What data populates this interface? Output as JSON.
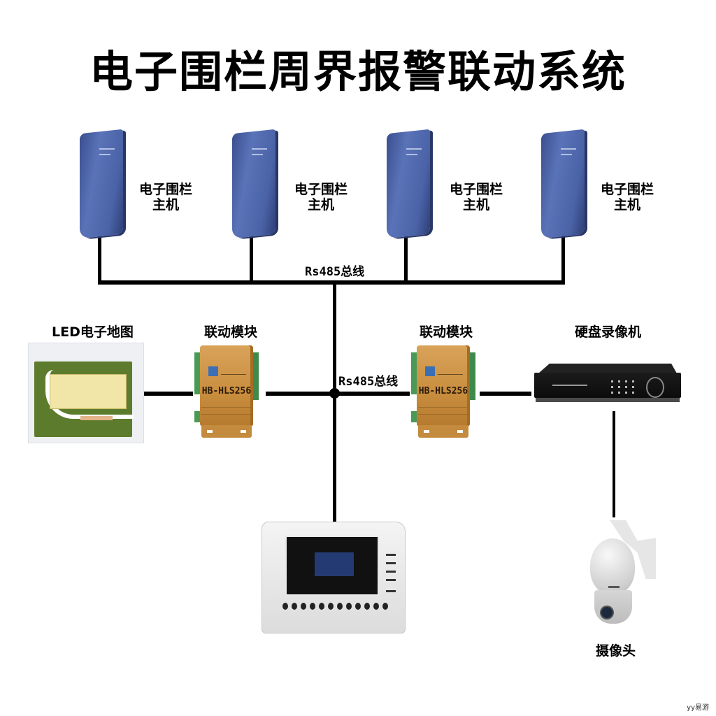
{
  "title": "电子围栏周界报警联动系统",
  "fence_hosts": [
    {
      "label_line1": "电子围栏",
      "label_line2": "主机"
    },
    {
      "label_line1": "电子围栏",
      "label_line2": "主机"
    },
    {
      "label_line1": "电子围栏",
      "label_line2": "主机"
    },
    {
      "label_line1": "电子围栏",
      "label_line2": "主机"
    }
  ],
  "buses": {
    "upper": "Rs485总线",
    "lower": "Rs485总线"
  },
  "devices": {
    "led_map": {
      "label": "LED电子地图",
      "icon": "led-map-icon"
    },
    "linkage_module_left": {
      "label": "联动模块",
      "model": "HB-HLS256",
      "icon": "linkage-module-icon"
    },
    "linkage_module_right": {
      "label": "联动模块",
      "model": "HB-HLS256",
      "icon": "linkage-module-icon"
    },
    "dvr": {
      "label": "硬盘录像机",
      "icon": "dvr-icon"
    },
    "keyboard": {
      "label": "",
      "icon": "control-keyboard-icon"
    },
    "camera": {
      "label": "摄像头",
      "icon": "dome-camera-icon"
    }
  },
  "colors": {
    "wire": "#000000",
    "host_blue": "#4a62a6",
    "module_gold": "#c98d3e",
    "terminal_green": "#4a9a55"
  },
  "watermark": "yy易游"
}
